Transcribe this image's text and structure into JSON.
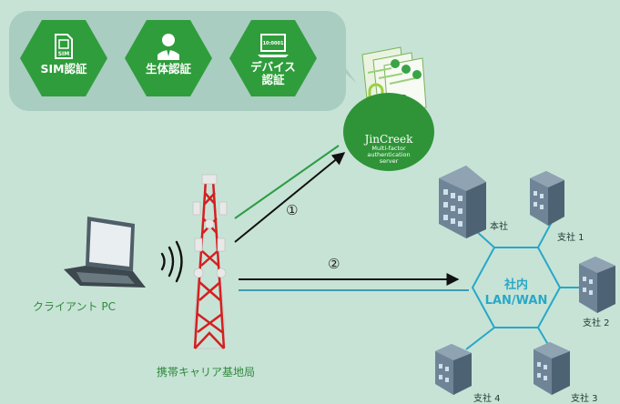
{
  "auth_methods": [
    {
      "label": "SIM認証",
      "icon": "sim-card-icon"
    },
    {
      "label": "生体認証",
      "icon": "person-icon"
    },
    {
      "label": "デバイス\n認証",
      "icon": "device-icon"
    }
  ],
  "sim_icon_text": "SIM",
  "device_icon_text": "10:0001",
  "server": {
    "name": "JinCreek",
    "caption": "Multi-factor\nauthentication\nserver"
  },
  "client_label": "クライアント PC",
  "tower_label": "携帯キャリア基地局",
  "paths": [
    {
      "number": "①",
      "color": "#2e9d45"
    },
    {
      "number": "②",
      "color": "#3e9bb4"
    }
  ],
  "network": {
    "line1": "社内",
    "line2": "LAN/WAN",
    "color": "#28a8c7"
  },
  "offices": {
    "hq": "本社",
    "branch1": "支社 1",
    "branch2": "支社 2",
    "branch3": "支社 3",
    "branch4": "支社 4"
  },
  "colors": {
    "background": "#c7e3d6",
    "hex_green": "#2f9d3c",
    "tower_red": "#d42020"
  }
}
